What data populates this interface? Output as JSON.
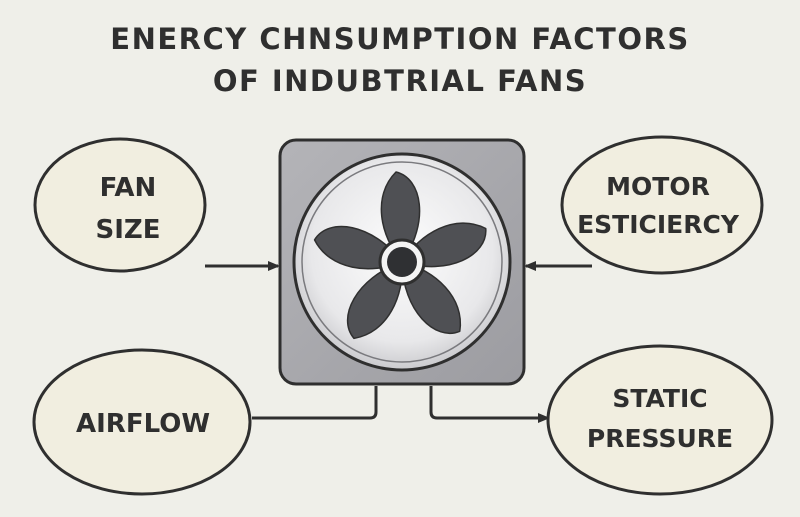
{
  "title": {
    "line1": "ENERCY CHNSUMPTION FACTORS",
    "line2": "OF INDUBTRIAL FANS"
  },
  "nodes": {
    "fan_size": {
      "line1": "FAN",
      "line2": "SIZE"
    },
    "motor_efficiency": {
      "line1": "MOTOR",
      "line2": "ESTICIERCY"
    },
    "airflow": {
      "line1": "AIRFLOW"
    },
    "static_pressure": {
      "line1": "STATIC",
      "line2": "PRESSURE"
    }
  },
  "colors": {
    "background": "#efefe9",
    "ellipse_fill": "#f1eee0",
    "outline": "#2f2f2f",
    "fan_housing": "#a9a9ad",
    "fan_blade": "#4f5054"
  },
  "icons": {
    "center": "industrial-fan-icon"
  }
}
